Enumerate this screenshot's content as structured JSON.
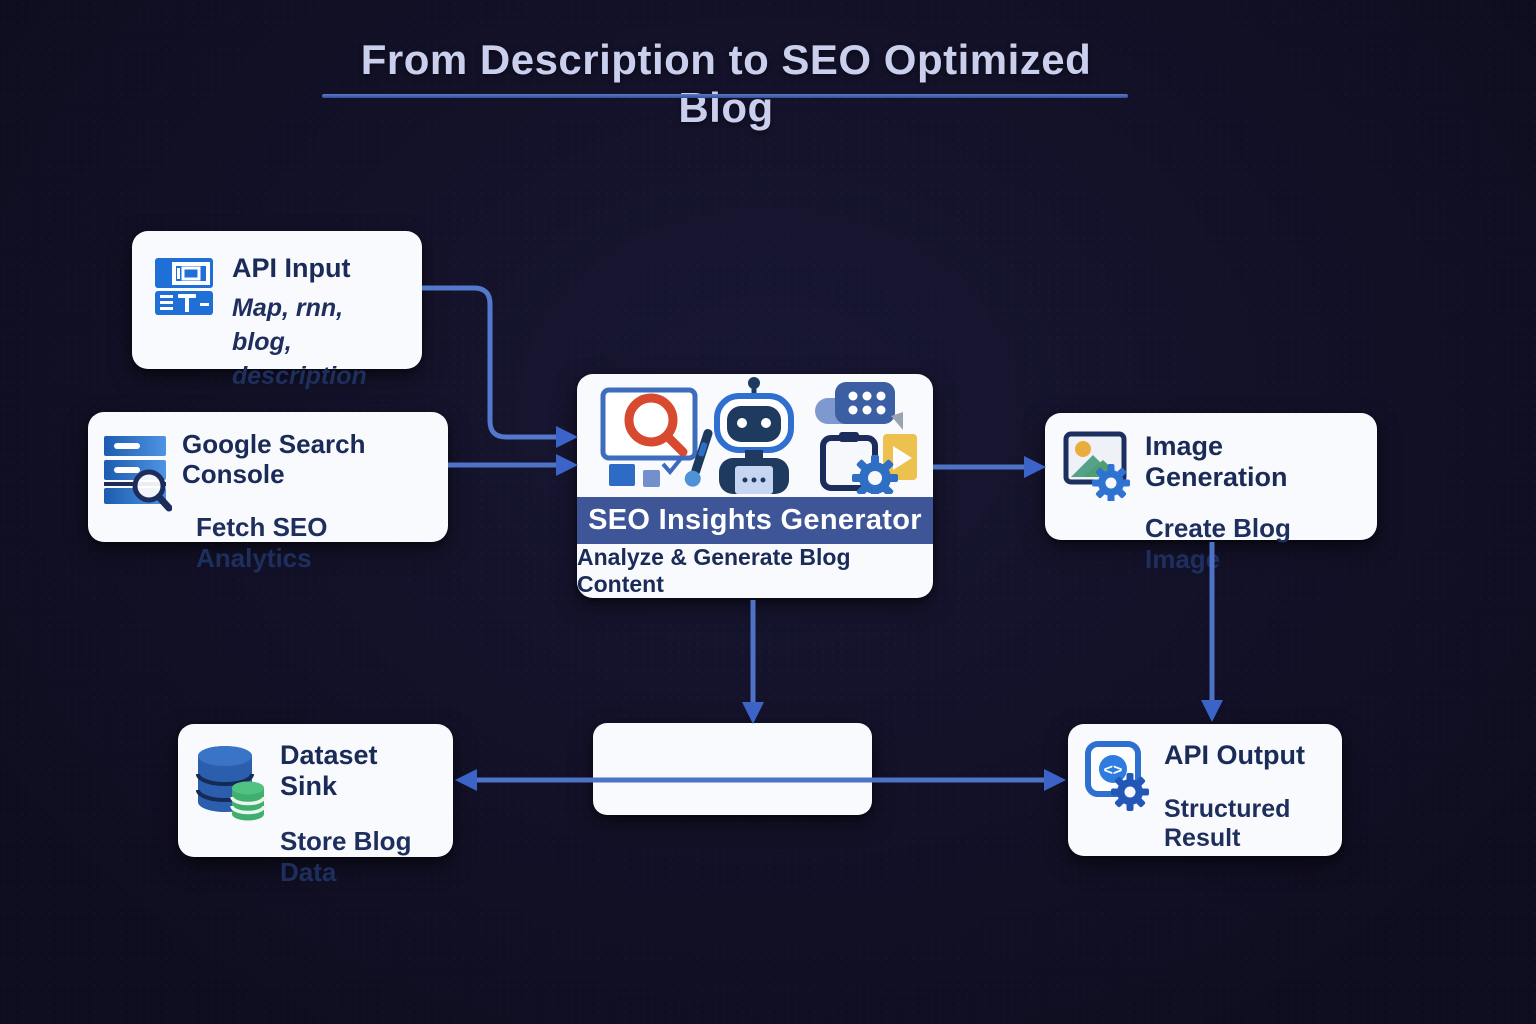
{
  "header": {
    "title": "From Description to SEO Optimized Blog"
  },
  "nodes": {
    "api_input": {
      "title": "API Input",
      "subtitle": "Map, rnn, blog, description",
      "icon": "window-form-icon"
    },
    "google_search_console": {
      "title": "Google Search Console",
      "subtitle": "Fetch SEO Analytics",
      "icon": "server-search-icon"
    },
    "seo_insights_generator": {
      "title": "SEO Insights Generator",
      "subtitle": "Analyze & Generate Blog Content",
      "icon": "robot-ai-illustration"
    },
    "image_generation": {
      "title": "Image Generation",
      "subtitle": "Create Blog Image",
      "icon": "picture-gear-icon"
    },
    "dataset_sink": {
      "title": "Dataset Sink",
      "subtitle": "Store Blog Data",
      "icon": "database-cylinders-icon"
    },
    "router": {
      "title": "",
      "icon": "none"
    },
    "api_output": {
      "title": "API Output",
      "subtitle": "Structured Result",
      "icon": "code-gear-icon"
    }
  },
  "edges": [
    {
      "from": "api_input",
      "to": "seo_insights_generator"
    },
    {
      "from": "google_search_console",
      "to": "seo_insights_generator"
    },
    {
      "from": "seo_insights_generator",
      "to": "image_generation"
    },
    {
      "from": "image_generation",
      "to": "api_output"
    },
    {
      "from": "seo_insights_generator",
      "to": "router"
    },
    {
      "from": "router",
      "to": "dataset_sink"
    },
    {
      "from": "router",
      "to": "api_output"
    }
  ],
  "colors": {
    "background": "#131129",
    "card": "#f9fafd",
    "heading_text": "#1b2b58",
    "title_text": "#c9cfed",
    "arrow": "#4e72c6",
    "band": "#3e5697",
    "band_text": "#ffffff"
  }
}
